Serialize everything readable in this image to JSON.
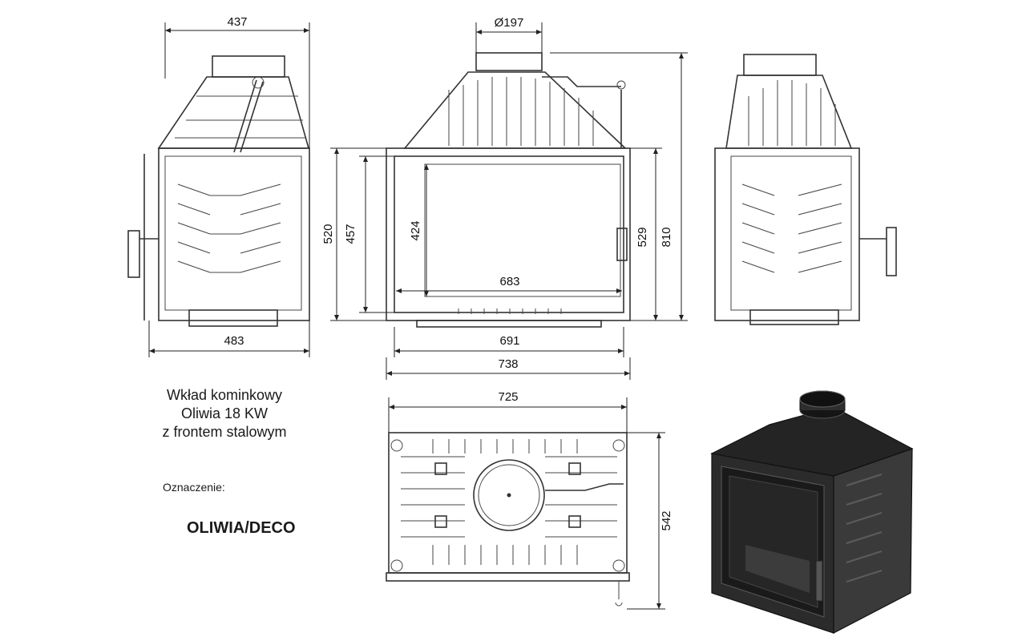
{
  "dimensions": {
    "side_top_width": "437",
    "flue_diameter": "Ø197",
    "side_bottom_width": "483",
    "front_total_height": "520",
    "front_inner_height": "457",
    "glass_height": "424",
    "glass_width": "683",
    "door_width": "691",
    "overall_width": "738",
    "frame_height": "529",
    "overall_height": "810",
    "top_width": "725",
    "depth": "542"
  },
  "title": {
    "line1": "Wkład kominkowy",
    "line2": "Oliwia 18 KW",
    "line3": "z frontem stalowym"
  },
  "marking_label": "Oznaczenie:",
  "model_code": "OLIWIA/DECO",
  "colors": {
    "line": "#333333",
    "render_dark": "#1f1f1f",
    "render_mid": "#3a3a3a"
  }
}
